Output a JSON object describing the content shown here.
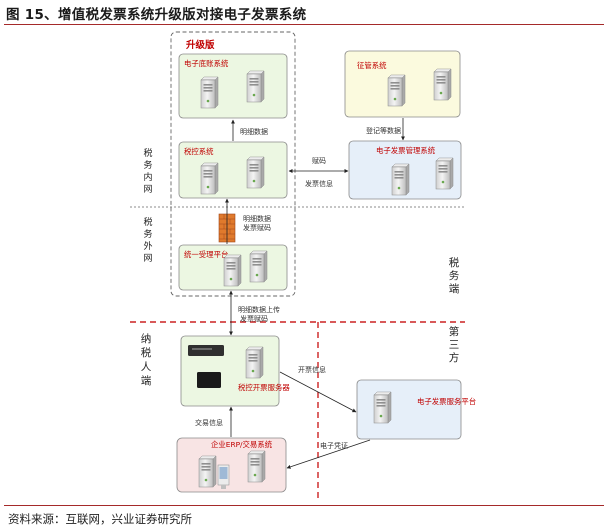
{
  "figure_title": "图 15、增值税发票系统升级版对接电子发票系统",
  "source_note": "资料来源：互联网，兴业证券研究所",
  "upgrade_label": "升级版",
  "boxes": {
    "einvoice_base": "电子底账系统",
    "tax_control": "税控系统",
    "unified_platform": "统一受理平台",
    "tax_server": "税控开票服务器",
    "enterprise_erp": "企业ERP/交易系统",
    "collection": "征管系统",
    "einvoice_mgmt": "电子发票管理系统",
    "einvoice_service": "电子发票服务平台"
  },
  "connectors": {
    "detail_data": "明细数据",
    "register_data": "登记等数据",
    "assign_code": "赋码",
    "invoice_info": "发票信息",
    "detail_data_assign": "明细数据发票赋码",
    "detail_data_upload": "明细数据上传发票赋码",
    "issue_info": "开票信息",
    "transaction_info": "交易信息",
    "e_voucher": "电子凭证"
  },
  "zones": {
    "tax_internal": "税务内网",
    "tax_external": "税务外网",
    "tax_side": "税务端",
    "taxpayer_side": "纳税人端",
    "third_party": "第三方"
  },
  "colors": {
    "title_rule": "#a52a2a",
    "red_dash": "#cc2222",
    "box_label": "#c00000",
    "green_box_fill": "#ecf7e2",
    "yellow_box_fill": "#fbfade",
    "blue_box_fill": "#e6eff9",
    "pink_box_fill": "#f8e4e4",
    "firewall": "#e07a2c"
  }
}
